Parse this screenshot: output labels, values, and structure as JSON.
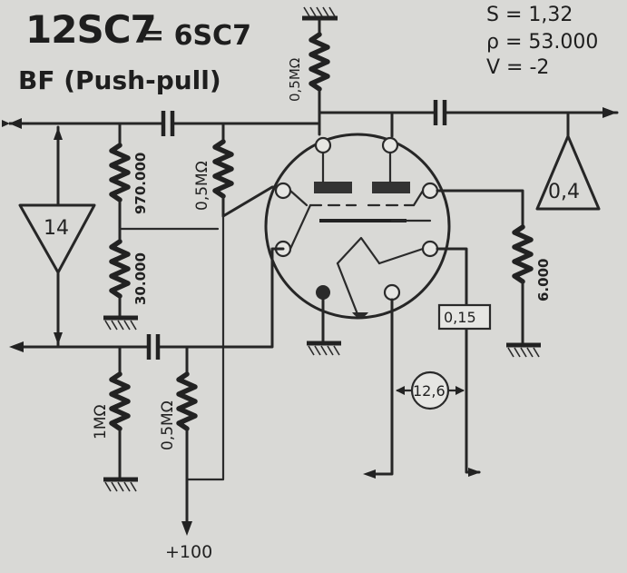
{
  "header": {
    "tube": "12SC7",
    "equiv": "= 6SC7",
    "mode": "BF (Push-pull)"
  },
  "params": {
    "s": "S = 1,32",
    "rho": "ρ = 53.000",
    "v": "V = -2"
  },
  "components": {
    "r_plate": "0,5MΩ",
    "r_grid": "0,5MΩ",
    "r_970": "970.000",
    "r_30": "30.000",
    "r_1m": "1MΩ",
    "r_bottom": "0,5MΩ",
    "r_6000": "6.000"
  },
  "indicators": {
    "gain_left": "14",
    "gain_right": "0,4",
    "current": "0,15",
    "heater": "12,6",
    "supply": "+100"
  }
}
